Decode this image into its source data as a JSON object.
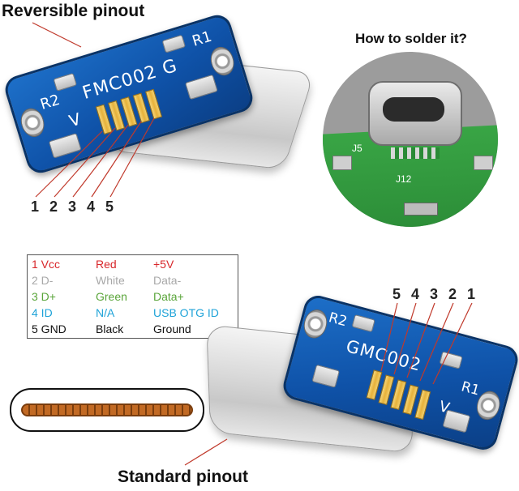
{
  "headings": {
    "reversible": "Reversible pinout",
    "how_to_solder": "How to solder it?",
    "standard": "Standard pinout"
  },
  "top_board": {
    "marking": "FMC002 G",
    "r1": "R1",
    "r2": "R2",
    "v": "V",
    "pin_numbers": [
      "1",
      "2",
      "3",
      "4",
      "5"
    ]
  },
  "bottom_board": {
    "marking": "GMC002",
    "r1": "R1",
    "r2": "R2",
    "v": "V",
    "pin_numbers": [
      "5",
      "4",
      "3",
      "2",
      "1"
    ]
  },
  "solder_photo": {
    "j5": "J5",
    "j12": "J12"
  },
  "pin_table": {
    "rows": [
      {
        "pin": "1 Vcc",
        "wire": "Red",
        "signal": "+5V",
        "color": "#d8262a"
      },
      {
        "pin": "2 D-",
        "wire": "White",
        "signal": "Data-",
        "color": "#a8a8a8"
      },
      {
        "pin": "3 D+",
        "wire": "Green",
        "signal": "Data+",
        "color": "#5aa53a"
      },
      {
        "pin": "4 ID",
        "wire": "N/A",
        "signal": "USB OTG ID",
        "color": "#1fa3d8"
      },
      {
        "pin": "5 GND",
        "wire": "Black",
        "signal": "Ground",
        "color": "#111111"
      }
    ]
  },
  "colors": {
    "pcb_blue": "#0f52a8",
    "pcb_green": "#2f9a3a",
    "leader_line": "#c0392b",
    "cable_copper": "#b5651d"
  }
}
